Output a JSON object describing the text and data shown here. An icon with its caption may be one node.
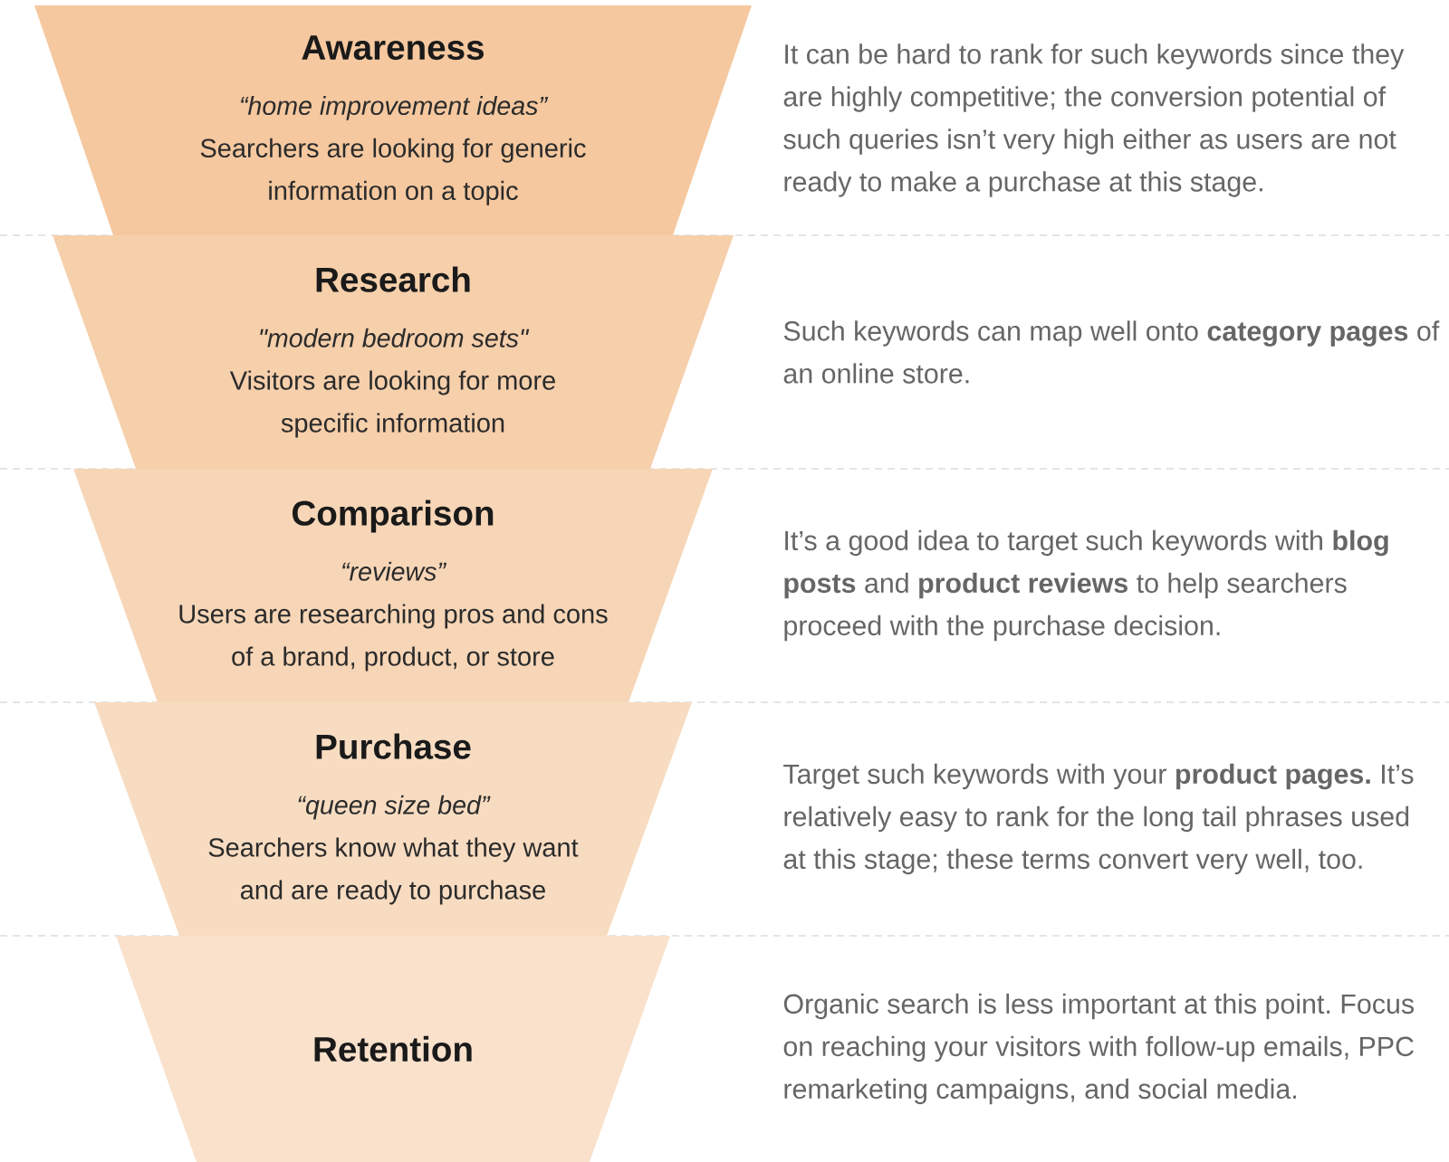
{
  "diagram": {
    "nodes": [
      {
        "text": [
          "Awareness",
          "“home improvement ideas”",
          "Searchers are looking for generic information on a topic"
        ],
        "beside": [
          "It can be hard to rank for such keywords since they are highly competitive; the conversion potential of such queries isn’t very high either as users are not ready to make a purchase at this stage."
        ]
      },
      {
        "text": [
          "Research",
          "\"modern bedroom sets\"",
          "Visitors are looking for more specific information"
        ],
        "beside": [
          "Such keywords can map well onto **category pages** of an online store."
        ]
      },
      {
        "text": [
          "Comparison",
          "“reviews”",
          "Users are researching pros and cons of a brand, product, or store"
        ],
        "beside": [
          "It’s a good idea to target such keywords with **blog posts** and **product reviews** to help searchers proceed with the purchase decision."
        ]
      },
      {
        "text": [
          "Purchase",
          "“queen size bed”",
          "Searchers know what they want and are ready to purchase"
        ],
        "beside": [
          "Target such keywords with your **product pages.** It’s relatively easy to rank for the long tail phrases used at this stage; these terms convert very well, too."
        ]
      },
      {
        "text": [
          "Retention"
        ]
      }
    ],
    "labels": [
      "Organic search is less important at this point. Focus on reaching your visitors with follow-up emails, PPC remarketing campaigns, and social media."
    ]
  }
}
